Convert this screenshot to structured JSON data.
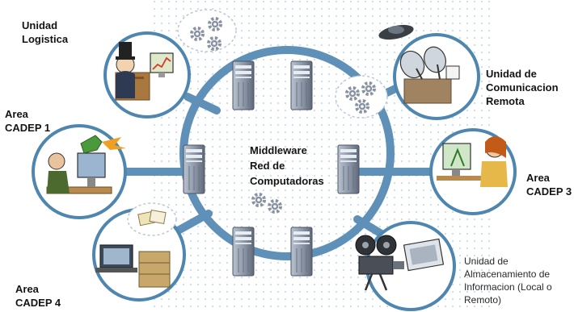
{
  "center": {
    "lines": [
      "Middleware",
      "Red de",
      "Computadoras"
    ]
  },
  "nodes": {
    "logistica": {
      "lines": [
        "Unidad",
        "Logistica"
      ],
      "icon": "executive-desk-icon"
    },
    "comunicacion": {
      "lines": [
        "Unidad de",
        "Comunicacion",
        "Remota"
      ],
      "icon": "satellite-dish-icon"
    },
    "cadep1": {
      "lines": [
        "Area",
        "CADEP 1"
      ],
      "icon": "workstation-icon"
    },
    "cadep3": {
      "lines": [
        "Area",
        "CADEP 3"
      ],
      "icon": "workstation-icon"
    },
    "cadep4": {
      "lines": [
        "Area",
        "CADEP 4"
      ],
      "icon": "document-archive-icon"
    },
    "almacenamiento": {
      "lines": [
        "Unidad de",
        "Almacenamiento de",
        "Informacion (Local o",
        "Remoto)"
      ],
      "icon": "film-projector-icon"
    }
  },
  "colors": {
    "network_ring": "#5f90b8",
    "node_border": "#4f86b0",
    "server": "#8c96a6",
    "gears": "#8892a0",
    "background_dots": "#c6dcec"
  }
}
